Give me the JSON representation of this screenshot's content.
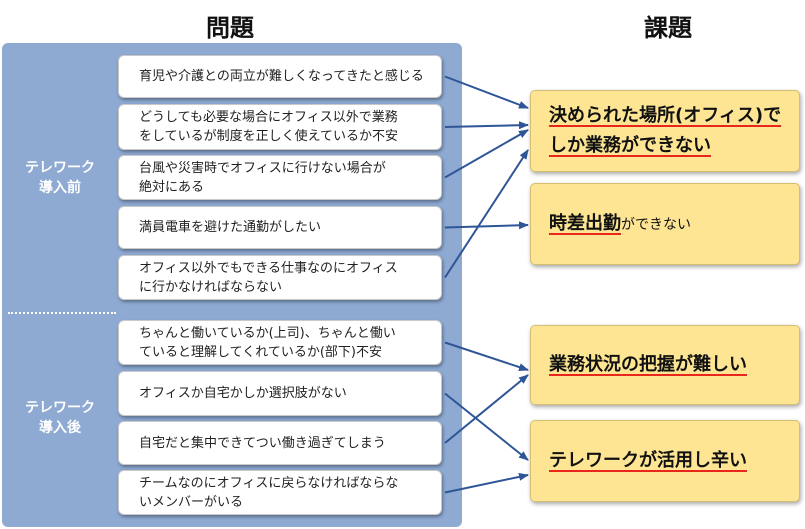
{
  "headers": {
    "problems": "問題",
    "issues": "課題"
  },
  "groups": [
    {
      "line1": "テレワーク",
      "line2": "導入前"
    },
    {
      "line1": "テレワーク",
      "line2": "導入後"
    }
  ],
  "problems": [
    {
      "line1": "育児や介護との両立が難しくなってきたと感じる",
      "line2": ""
    },
    {
      "line1": "どうしても必要な場合にオフィス以外で業務",
      "line2": "をしているが制度を正しく使えているか不安"
    },
    {
      "line1": "台風や災害時でオフィスに行けない場合が",
      "line2": "絶対にある"
    },
    {
      "line1": "満員電車を避けた通勤がしたい",
      "line2": ""
    },
    {
      "line1": "オフィス以外でもできる仕事なのにオフィス",
      "line2": "に行かなければならない"
    },
    {
      "line1": "ちゃんと働いているか(上司)、ちゃんと働い",
      "line2": "ていると理解してくれているか(部下)不安"
    },
    {
      "line1": "オフィスか自宅かしか選択肢がない",
      "line2": ""
    },
    {
      "line1": "自宅だと集中できてつい働き過ぎてしまう",
      "line2": ""
    },
    {
      "line1": "チームなのにオフィスに戻らなければならな",
      "line2": "いメンバーがいる"
    }
  ],
  "issues": [
    {
      "line1": "決められた場所(オフィス)で",
      "line2": "しか業務ができない"
    },
    {
      "main": "時差出勤",
      "suffix": "ができない"
    },
    {
      "line1": "業務状況の把握が難しい"
    },
    {
      "line1": "テレワークが活用し辛い"
    }
  ],
  "links": [
    [
      0,
      0
    ],
    [
      1,
      0
    ],
    [
      2,
      0
    ],
    [
      4,
      0
    ],
    [
      3,
      1
    ],
    [
      5,
      2
    ],
    [
      7,
      2
    ],
    [
      6,
      3
    ],
    [
      8,
      3
    ]
  ],
  "colors": {
    "panel": "#8eaad3",
    "arrow": "#2e5596",
    "issue_fill": "#fde593",
    "underline": "#e8261c"
  }
}
